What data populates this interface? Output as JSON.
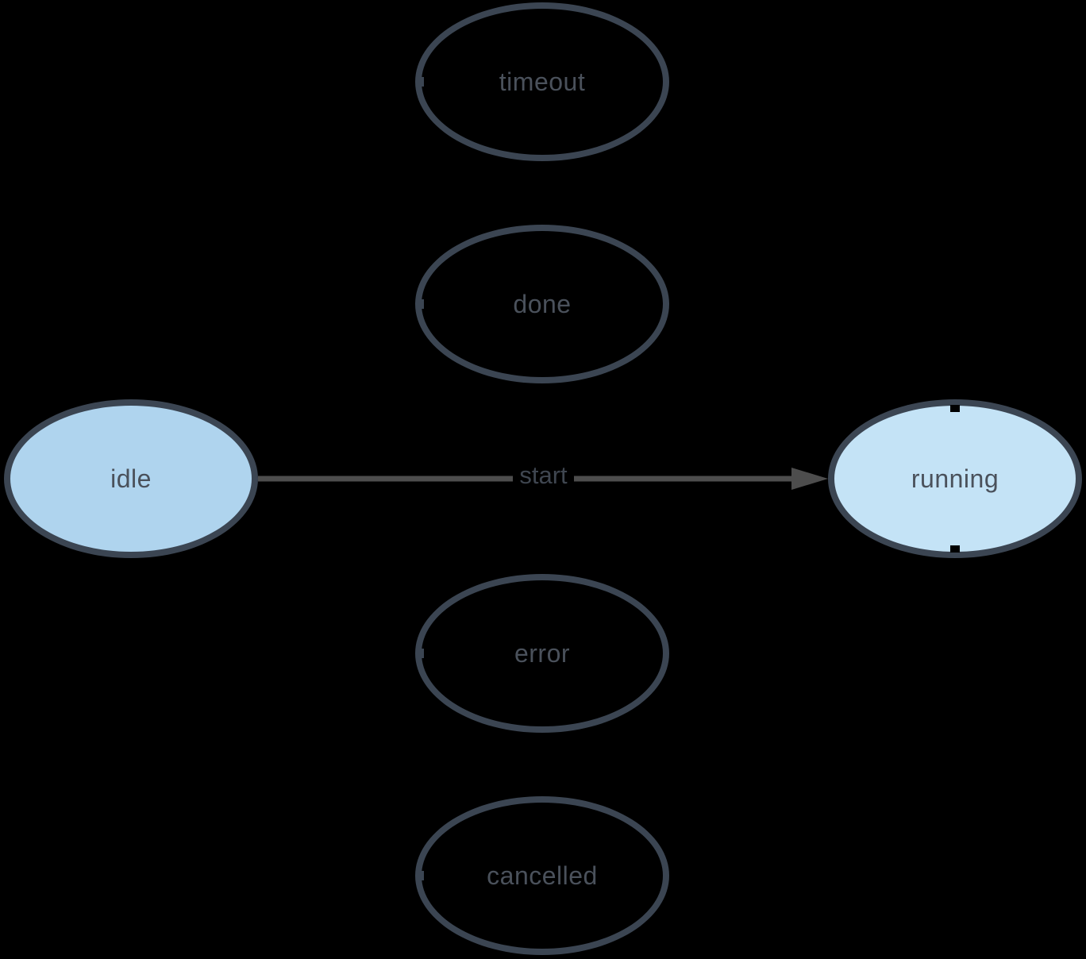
{
  "diagram": {
    "type": "state-diagram",
    "background_color": "#000000",
    "node_stroke_color": "#3b4552",
    "node_label_color": "#4a515b",
    "edge_color": "#4d4d4d",
    "edge_label_color": "#3f4650",
    "nodes": [
      {
        "id": "timeout",
        "label": "timeout",
        "fill": "transparent"
      },
      {
        "id": "done",
        "label": "done",
        "fill": "transparent"
      },
      {
        "id": "idle",
        "label": "idle",
        "fill": "#afd4ee"
      },
      {
        "id": "running",
        "label": "running",
        "fill": "#c4e3f6"
      },
      {
        "id": "error",
        "label": "error",
        "fill": "transparent"
      },
      {
        "id": "cancelled",
        "label": "cancelled",
        "fill": "transparent"
      }
    ],
    "edges": [
      {
        "label": "start",
        "from": "idle",
        "to": "running"
      }
    ]
  }
}
